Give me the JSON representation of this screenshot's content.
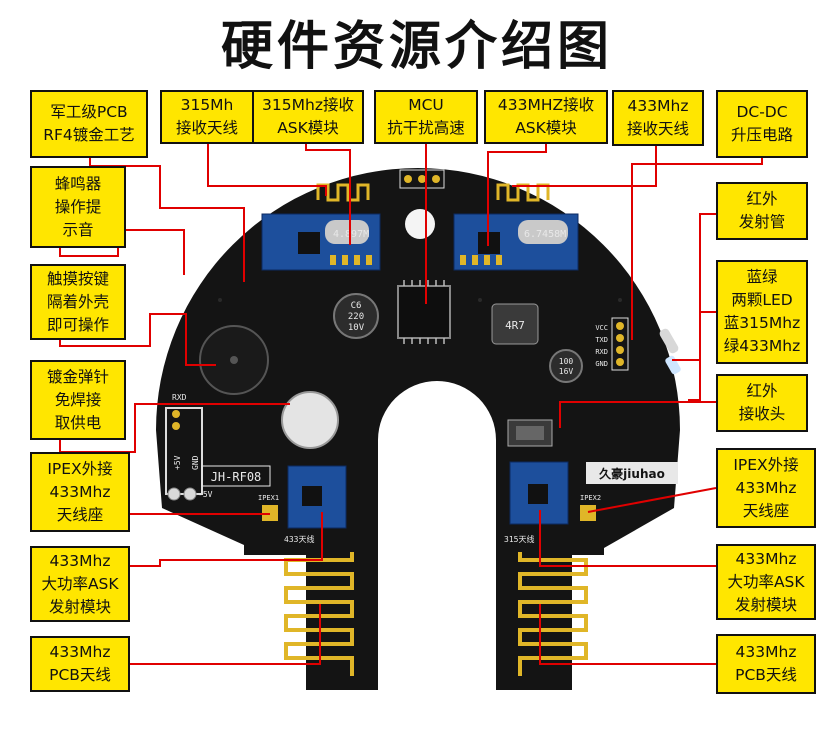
{
  "title": "硬件资源介绍图",
  "board": {
    "model": "JH-RF08",
    "brand": "久豪jiuhao",
    "plus5v": "+5V",
    "gnd": "GND",
    "minus5v": "-5V",
    "rxd": "RXD",
    "vcc": "VCC",
    "txd": "TXD",
    "ipex1": "IPEX1",
    "ipex2": "IPEX2",
    "ant433": "433天线",
    "ant315": "315天线",
    "crystal1": "4.897M",
    "crystal2": "6.7458M",
    "inductor": "4R7",
    "cap1": [
      "C6",
      "220",
      "10V"
    ],
    "cap2": [
      "100",
      "16V"
    ]
  },
  "labels": {
    "pcb": [
      "军工级PCB",
      "RF4镀金工艺"
    ],
    "ant315": [
      "315Mh",
      "接收天线"
    ],
    "ask315": [
      "315Mhz接收",
      "ASK模块"
    ],
    "mcu": [
      "MCU",
      "抗干扰高速"
    ],
    "ask433": [
      "433MHZ接收",
      "ASK模块"
    ],
    "ant433": [
      "433Mhz",
      "接收天线"
    ],
    "dcdc": [
      "DC-DC",
      "升压电路"
    ],
    "buzzer": [
      "蜂鸣器",
      "操作提",
      "示音"
    ],
    "touch": [
      "触摸按键",
      "隔着外壳",
      "即可操作"
    ],
    "pogo": [
      "镀金弹针",
      "免焊接",
      "取供电"
    ],
    "ipex_left": [
      "IPEX外接",
      "433Mhz",
      "天线座"
    ],
    "tx_left": [
      "433Mhz",
      "大功率ASK",
      "发射模块"
    ],
    "pcbant_left": [
      "433Mhz",
      "PCB天线"
    ],
    "ir_tx": [
      "红外",
      "发射管"
    ],
    "led": [
      "蓝绿",
      "两颗LED",
      "蓝315Mhz",
      "绿433Mhz"
    ],
    "ir_rx": [
      "红外",
      "接收头"
    ],
    "ipex_right": [
      "IPEX外接",
      "433Mhz",
      "天线座"
    ],
    "tx_right": [
      "433Mhz",
      "大功率ASK",
      "发射模块"
    ],
    "pcbant_right": [
      "433Mhz",
      "PCB天线"
    ]
  },
  "colors": {
    "label_bg": "#ffe600",
    "leader": "#e00000",
    "pcb": "#141414",
    "gold": "#e0b628",
    "module_blue": "#1d4f9c"
  }
}
